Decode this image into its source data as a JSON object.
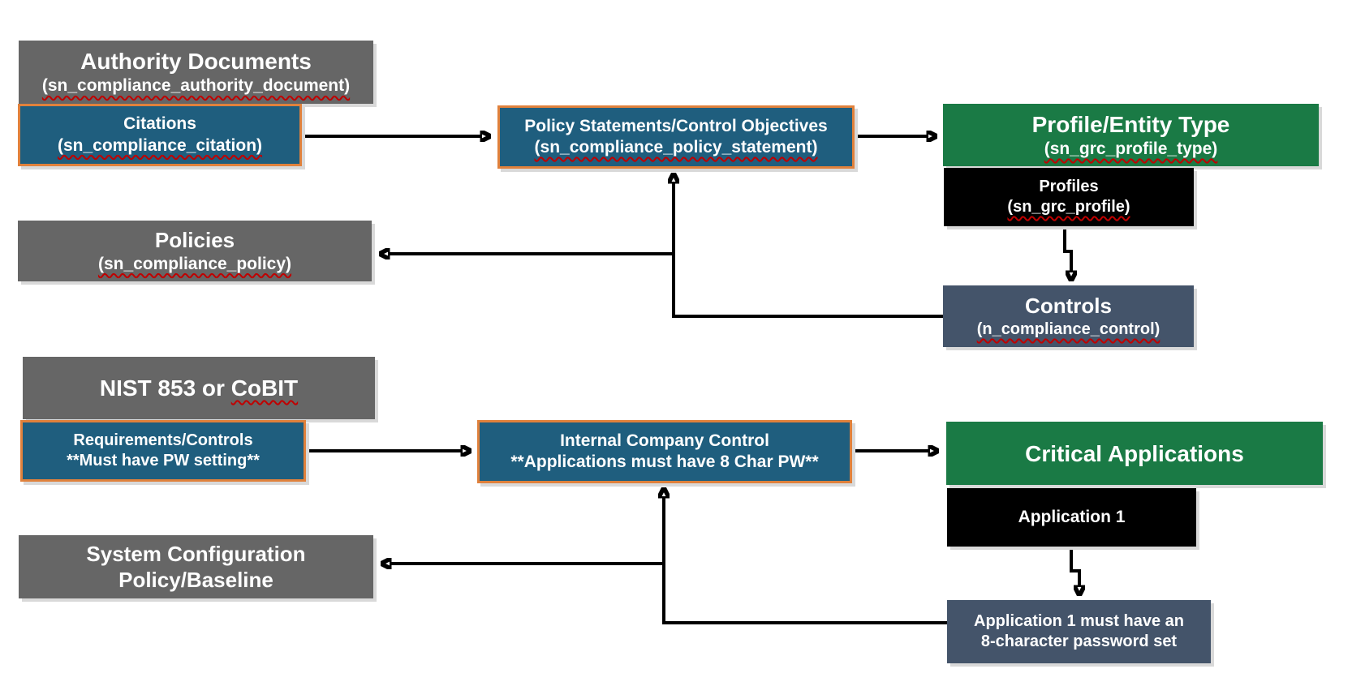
{
  "diagram_title": "Compliance table mapping diagram",
  "colors": {
    "gray_box": "#666666",
    "teal_box": "#1F5E7E",
    "teal_box_border": "#E0813C",
    "green_box": "#1A7A45",
    "black_box": "#000000",
    "slate_box": "#44546A",
    "arrow": "#000000",
    "spellcheck_squiggle": "#C00000",
    "background": "#ffffff"
  },
  "boxes": {
    "authority": {
      "title": "Authority Documents",
      "table": "(sn_compliance_authority_document)"
    },
    "citations": {
      "title": "Citations",
      "table": "(sn_compliance_citation)"
    },
    "policy_statements": {
      "title": "Policy Statements/Control Objectives",
      "table": "(sn_compliance_policy_statement)"
    },
    "profile_type": {
      "title": "Profile/Entity Type",
      "table": "(sn_grc_profile_type)"
    },
    "profiles": {
      "title": "Profiles",
      "table": "(sn_grc_profile)"
    },
    "policies": {
      "title": "Policies",
      "table": "(sn_compliance_policy)"
    },
    "controls": {
      "title": "Controls",
      "table": "(n_compliance_control)"
    },
    "nist": {
      "prefix": "NIST 853 or ",
      "word": "CoBIT"
    },
    "requirements": {
      "line1": "Requirements/Controls",
      "line2": "**Must have PW setting**"
    },
    "internal_control": {
      "line1": "Internal Company Control",
      "line2": "**Applications must have 8 Char PW**"
    },
    "critical_apps": {
      "title": "Critical Applications"
    },
    "application1": {
      "title": "Application 1"
    },
    "system_config": {
      "line1": "System Configuration",
      "line2": "Policy/Baseline"
    },
    "app1_requirement": {
      "line1": "Application 1 must have an",
      "line2": "8-character password set"
    }
  },
  "connections": [
    "Citations -> Policy Statements/Control Objectives",
    "Policy Statements/Control Objectives -> Profile/Entity Type",
    "Profiles -> Controls",
    "Controls -> Policy Statements/Control Objectives",
    "Controls -> Policies",
    "Requirements/Controls -> Internal Company Control",
    "Internal Company Control -> Critical Applications",
    "Application 1 -> Application 1 must have an 8-character password set",
    "Application 1 requirement -> Internal Company Control",
    "Application 1 requirement -> System Configuration Policy/Baseline"
  ]
}
